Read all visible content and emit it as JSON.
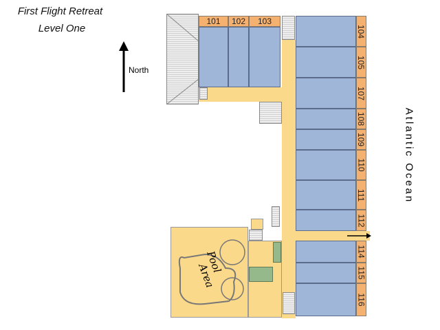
{
  "title": {
    "line1": "First Flight Retreat",
    "line2": "Level One"
  },
  "compass": {
    "label": "North",
    "icon": "north-arrow-icon"
  },
  "ocean_label": "Atlantic Ocean",
  "pool_label": {
    "line1": "Pool",
    "line2": "Area"
  },
  "top_rooms": [
    "101",
    "102",
    "103"
  ],
  "side_rooms": [
    "104",
    "105",
    "107",
    "108",
    "109",
    "110",
    "111",
    "112",
    "114",
    "115",
    "116"
  ],
  "colors": {
    "room": "#9fb6d8",
    "common": "#fbd98a",
    "label": "#f5b170",
    "green": "#95b98a"
  }
}
